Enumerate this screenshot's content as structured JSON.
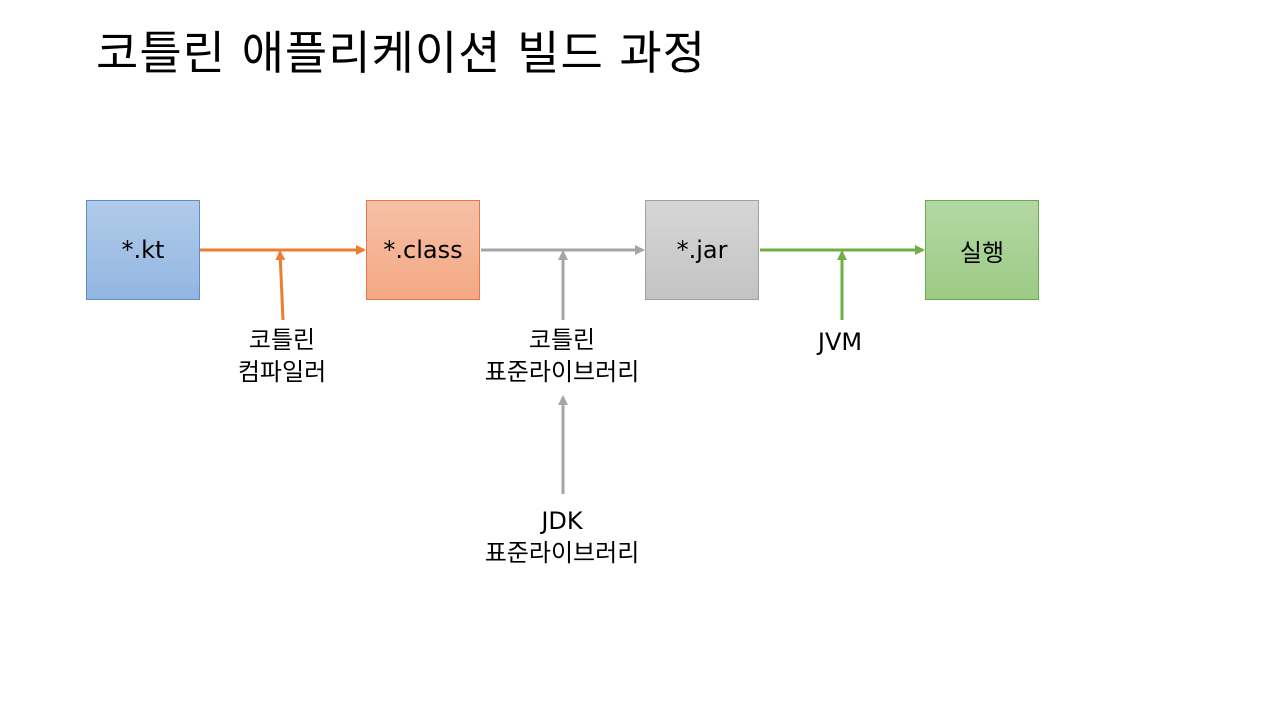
{
  "slide": {
    "title": "코틀린 애플리케이션 빌드 과정"
  },
  "nodes": {
    "kt": {
      "label": "*.kt",
      "fill_top": "#b1cbe9",
      "fill_bottom": "#92b6e2"
    },
    "class": {
      "label": "*.class",
      "fill_top": "#f6c0a6",
      "fill_bottom": "#f4a883"
    },
    "jar": {
      "label": "*.jar",
      "fill_top": "#d6d6d6",
      "fill_bottom": "#c3c3c3"
    },
    "run": {
      "label": "실행",
      "fill_top": "#b4d7a3",
      "fill_bottom": "#9ccb86"
    }
  },
  "inputs": {
    "kotlin_compiler": {
      "line1": "코틀린",
      "line2": "컴파일러"
    },
    "kotlin_stdlib": {
      "line1": "코틀린",
      "line2": "표준라이브러리"
    },
    "jvm": {
      "line1": "JVM"
    },
    "jdk_stdlib": {
      "line1": "JDK",
      "line2": "표준라이브러리"
    }
  },
  "colors": {
    "compile_arrow": "#ed7d31",
    "stdlib_arrow": "#a5a5a5",
    "run_arrow": "#70ad47"
  }
}
